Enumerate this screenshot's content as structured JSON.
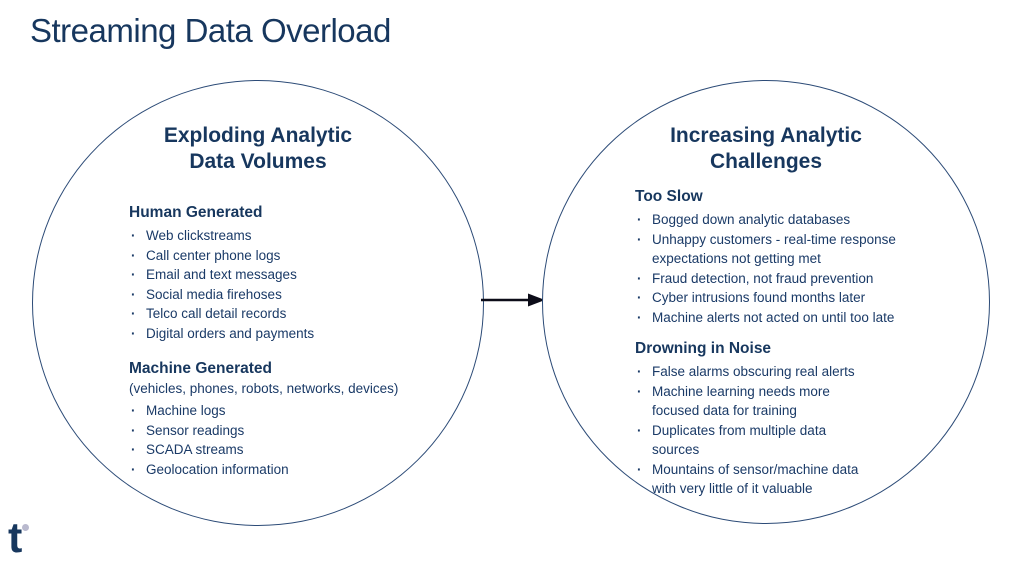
{
  "title": "Streaming Data Overload",
  "colors": {
    "text_navy": "#1a3a67",
    "heading_navy": "#17375e",
    "circle_stroke": "#2c4b77",
    "arrow": "#0c0c18",
    "logo_dot": "#b9b9ce"
  },
  "left": {
    "title": "Exploding Analytic\nData Volumes",
    "sections": [
      {
        "heading": "Human Generated",
        "note": "",
        "bullets": [
          "Web clickstreams",
          "Call center phone logs",
          "Email and text messages",
          "Social media firehoses",
          "Telco call detail records",
          "Digital orders and payments"
        ]
      },
      {
        "heading": "Machine Generated",
        "note": "(vehicles, phones, robots, networks, devices)",
        "bullets": [
          "Machine logs",
          "Sensor readings",
          "SCADA streams",
          "Geolocation information"
        ]
      }
    ]
  },
  "right": {
    "title": "Increasing Analytic\nChallenges",
    "sections": [
      {
        "heading": "Too Slow",
        "note": "",
        "bullets": [
          "Bogged down analytic databases",
          "Unhappy customers - real-time response\nexpectations not getting met",
          "Fraud detection, not fraud prevention",
          "Cyber intrusions found months later",
          "Machine alerts not acted on until too late"
        ]
      },
      {
        "heading": "Drowning in Noise",
        "note": "",
        "bullets": [
          "False alarms obscuring real alerts",
          "Machine learning needs more\nfocused data for training",
          "Duplicates from multiple data\nsources",
          "Mountains of sensor/machine data\nwith very little of it valuable"
        ]
      }
    ]
  },
  "logo": {
    "letter": "t"
  }
}
